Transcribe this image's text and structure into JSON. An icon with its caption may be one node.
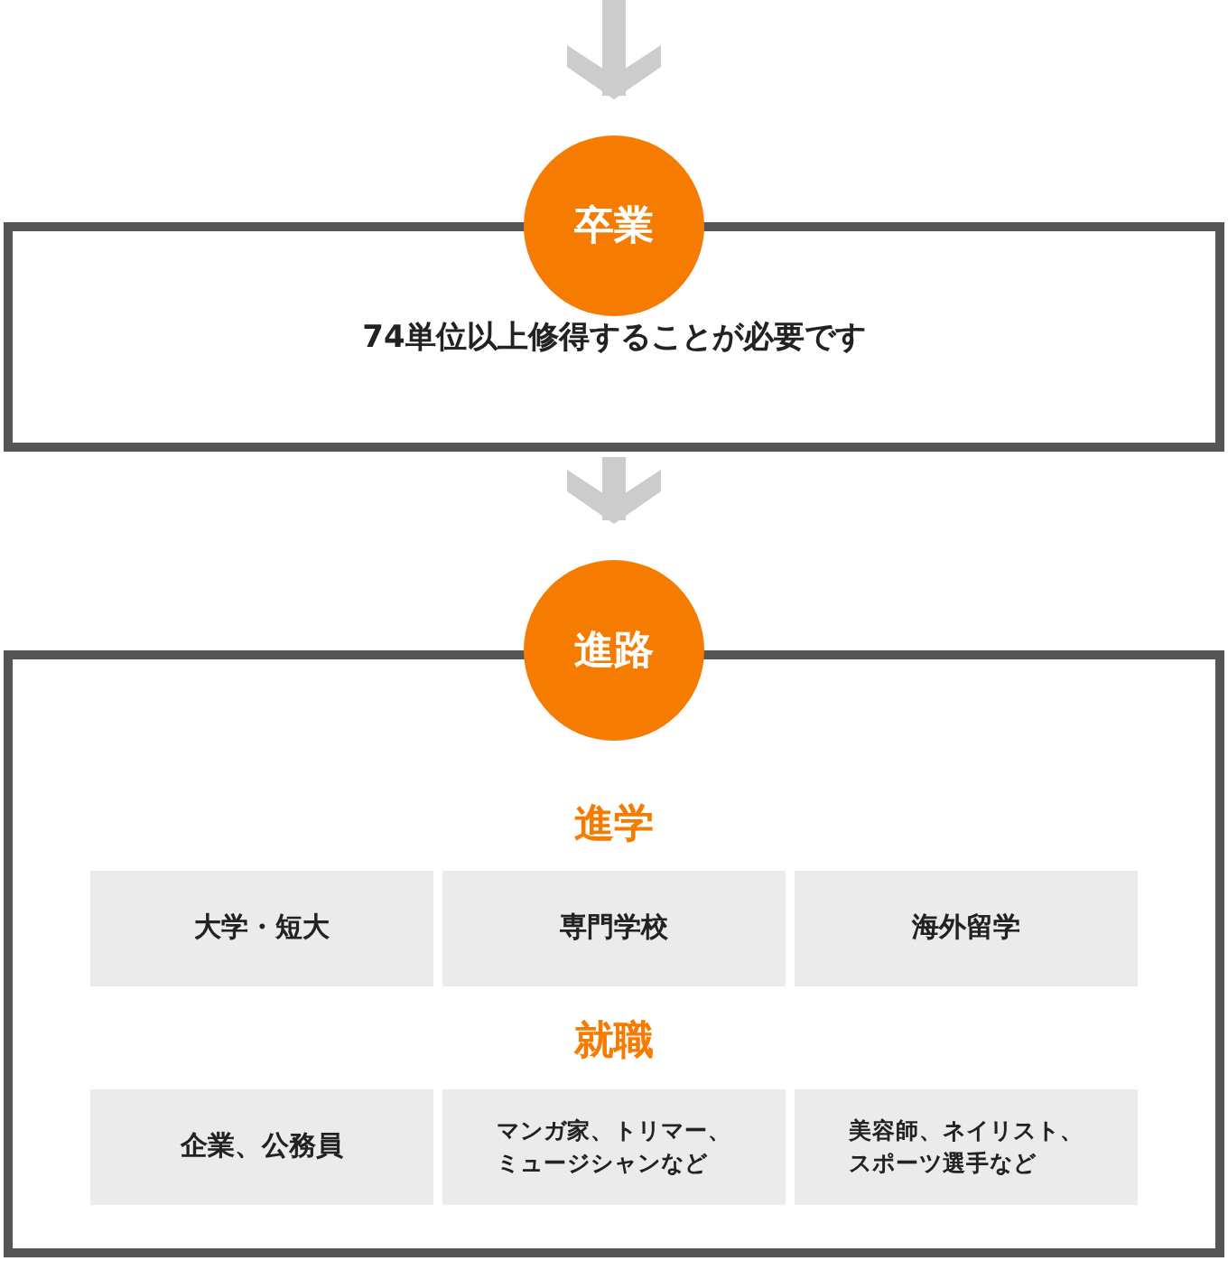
{
  "diagram": {
    "nodes": [
      {
        "text": [
          "卒業"
        ]
      },
      {
        "text": [
          "74単位以上修得することが必要です"
        ]
      },
      {
        "text": [
          "進路"
        ]
      },
      {
        "text": [
          "進学",
          "就職"
        ]
      },
      {
        "text": [
          "大学・短大"
        ],
        "in": 3
      },
      {
        "text": [
          "専門学校"
        ],
        "in": 3
      },
      {
        "text": [
          "海外留学"
        ],
        "in": 3
      },
      {
        "text": [
          "企業、公務員"
        ],
        "in": 3
      },
      {
        "text": [
          "マンガ家、トリマー、ミュージシャンなど"
        ],
        "in": 3
      },
      {
        "text": [
          "美容師、ネイリスト、スポーツ選手など"
        ],
        "in": 3
      }
    ],
    "edges": [
      {
        "from": null,
        "to": 0,
        "arrow": "to"
      },
      {
        "from": 1,
        "to": 2,
        "arrow": "to"
      }
    ]
  }
}
